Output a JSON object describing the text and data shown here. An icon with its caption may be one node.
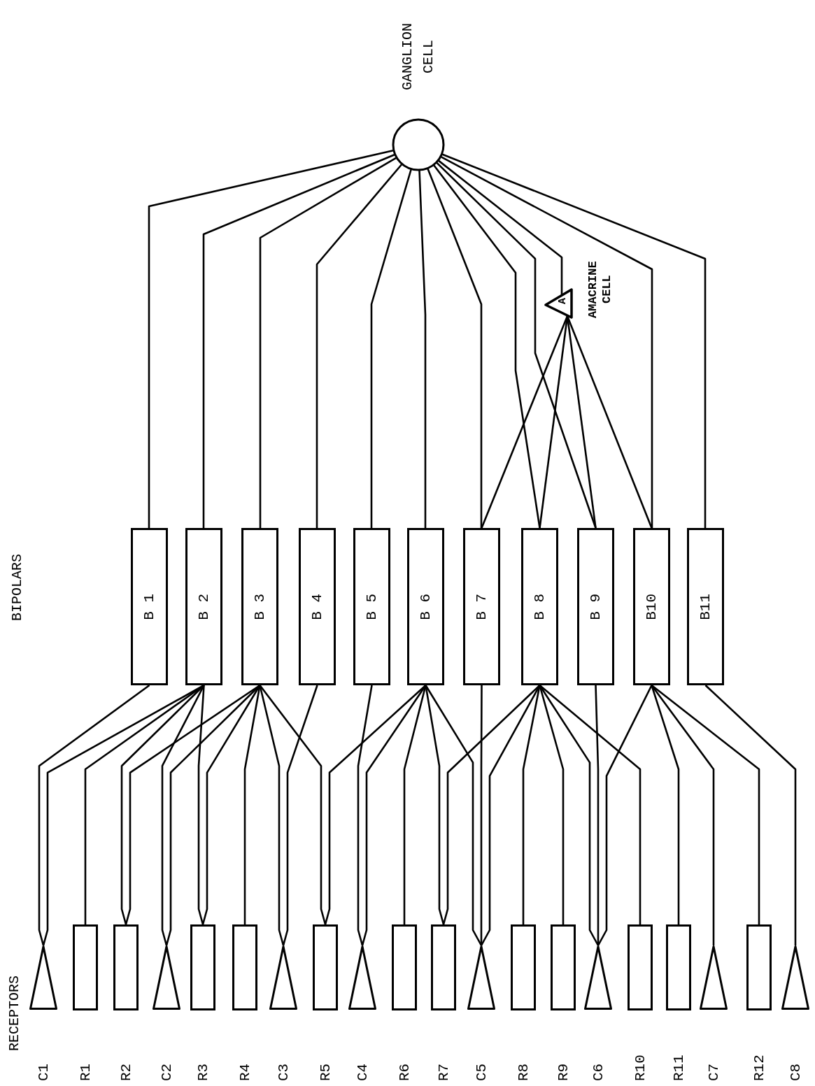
{
  "diagram": {
    "nodes": [
      {
        "text": [
          "GANGLION CELL"
        ]
      },
      {
        "text": [
          "A"
        ],
        "beside": [
          "AMACRINE CELL"
        ]
      },
      {
        "text": [
          "B 1"
        ]
      },
      {
        "text": [
          "B 2"
        ]
      },
      {
        "text": [
          "B 3"
        ]
      },
      {
        "text": [
          "B 4"
        ]
      },
      {
        "text": [
          "B 5"
        ]
      },
      {
        "text": [
          "B 6"
        ]
      },
      {
        "text": [
          "B 7"
        ]
      },
      {
        "text": [
          "B 8"
        ]
      },
      {
        "text": [
          "B 9"
        ]
      },
      {
        "text": [
          "B10"
        ]
      },
      {
        "text": [
          "B11"
        ]
      },
      {
        "text": [],
        "shape": "triangle"
      },
      {
        "text": [],
        "shape": "box"
      },
      {
        "text": [],
        "shape": "box"
      },
      {
        "text": [],
        "shape": "triangle"
      },
      {
        "text": [],
        "shape": "box"
      },
      {
        "text": [],
        "shape": "box"
      },
      {
        "text": [],
        "shape": "triangle"
      },
      {
        "text": [],
        "shape": "box"
      },
      {
        "text": [],
        "shape": "triangle"
      },
      {
        "text": [],
        "shape": "box"
      },
      {
        "text": [],
        "shape": "box"
      },
      {
        "text": [],
        "shape": "triangle"
      },
      {
        "text": [],
        "shape": "box"
      },
      {
        "text": [],
        "shape": "box"
      },
      {
        "text": [],
        "shape": "triangle"
      },
      {
        "text": [],
        "shape": "box"
      },
      {
        "text": [],
        "shape": "box"
      },
      {
        "text": [],
        "shape": "triangle"
      },
      {
        "text": [],
        "shape": "box"
      },
      {
        "text": [],
        "shape": "triangle"
      }
    ],
    "edges": [
      {
        "from": 0,
        "to": 2,
        "arrow": "none"
      },
      {
        "from": 0,
        "to": 3,
        "arrow": "none"
      },
      {
        "from": 0,
        "to": 4,
        "arrow": "none"
      },
      {
        "from": 0,
        "to": 5,
        "arrow": "none"
      },
      {
        "from": 0,
        "to": 6,
        "arrow": "none"
      },
      {
        "from": 0,
        "to": 7,
        "arrow": "none"
      },
      {
        "from": 0,
        "to": 8,
        "arrow": "none"
      },
      {
        "from": 0,
        "to": 9,
        "arrow": "none"
      },
      {
        "from": 0,
        "to": 1,
        "arrow": "none"
      },
      {
        "from": 0,
        "to": 10,
        "arrow": "none"
      },
      {
        "from": 0,
        "to": 11,
        "arrow": "none"
      },
      {
        "from": 0,
        "to": 12,
        "arrow": "none"
      },
      {
        "from": 1,
        "to": 8,
        "arrow": "none"
      },
      {
        "from": 1,
        "to": 9,
        "arrow": "none"
      },
      {
        "from": 1,
        "to": 10,
        "arrow": "none"
      },
      {
        "from": 1,
        "to": 11,
        "arrow": "none"
      },
      {
        "from": 2,
        "to": 13,
        "arrow": "none"
      },
      {
        "from": 3,
        "to": 13,
        "arrow": "none"
      },
      {
        "from": 3,
        "to": 14,
        "arrow": "none"
      },
      {
        "from": 3,
        "to": 15,
        "arrow": "none"
      },
      {
        "from": 3,
        "to": 16,
        "arrow": "none"
      },
      {
        "from": 3,
        "to": 17,
        "arrow": "none"
      },
      {
        "from": 4,
        "to": 15,
        "arrow": "none"
      },
      {
        "from": 4,
        "to": 16,
        "arrow": "none"
      },
      {
        "from": 4,
        "to": 17,
        "arrow": "none"
      },
      {
        "from": 4,
        "to": 18,
        "arrow": "none"
      },
      {
        "from": 4,
        "to": 19,
        "arrow": "none"
      },
      {
        "from": 4,
        "to": 20,
        "arrow": "none"
      },
      {
        "from": 5,
        "to": 19,
        "arrow": "none"
      },
      {
        "from": 6,
        "to": 21,
        "arrow": "none"
      },
      {
        "from": 7,
        "to": 20,
        "arrow": "none"
      },
      {
        "from": 7,
        "to": 21,
        "arrow": "none"
      },
      {
        "from": 7,
        "to": 22,
        "arrow": "none"
      },
      {
        "from": 7,
        "to": 23,
        "arrow": "none"
      },
      {
        "from": 7,
        "to": 24,
        "arrow": "none"
      },
      {
        "from": 8,
        "to": 24,
        "arrow": "none"
      },
      {
        "from": 9,
        "to": 23,
        "arrow": "none"
      },
      {
        "from": 9,
        "to": 24,
        "arrow": "none"
      },
      {
        "from": 9,
        "to": 25,
        "arrow": "none"
      },
      {
        "from": 9,
        "to": 26,
        "arrow": "none"
      },
      {
        "from": 9,
        "to": 27,
        "arrow": "none"
      },
      {
        "from": 9,
        "to": 28,
        "arrow": "none"
      },
      {
        "from": 10,
        "to": 27,
        "arrow": "none"
      },
      {
        "from": 11,
        "to": 27,
        "arrow": "none"
      },
      {
        "from": 11,
        "to": 29,
        "arrow": "none"
      },
      {
        "from": 11,
        "to": 30,
        "arrow": "none"
      },
      {
        "from": 11,
        "to": 31,
        "arrow": "none"
      },
      {
        "from": 12,
        "to": 32,
        "arrow": "none"
      }
    ],
    "labels": [
      "BIPOLARS",
      "RECEPTORS",
      "C1",
      "R1",
      "R2",
      "C2",
      "R3",
      "R4",
      "C3",
      "R5",
      "C4",
      "R6",
      "R7",
      "C5",
      "R8",
      "R9",
      "C6",
      "R10",
      "R11",
      "C7",
      "R12",
      "C8"
    ]
  }
}
